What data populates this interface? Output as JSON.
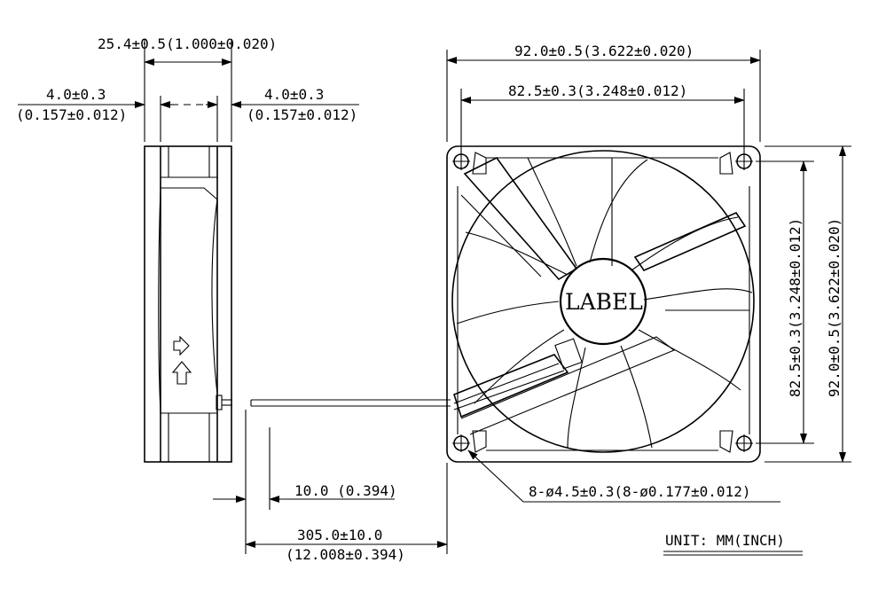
{
  "side_view": {
    "depth_dim": "25.4±0.5(1.000±0.020)",
    "flange_left_mm": "4.0±0.3",
    "flange_left_in": "(0.157±0.012)",
    "flange_right_mm": "4.0±0.3",
    "flange_right_in": "(0.157±0.012)"
  },
  "front_view": {
    "outer_width": "92.0±0.5(3.622±0.020)",
    "hole_pitch_width": "82.5±0.3(3.248±0.012)",
    "hole_pitch_height": "82.5±0.3(3.248±0.012)",
    "outer_height": "92.0±0.5(3.622±0.020)",
    "label": "LABEL",
    "holes": "8-ø4.5±0.3(8-ø0.177±0.012)"
  },
  "lead_wire": {
    "strip": "10.0 (0.394)",
    "length_mm": "305.0±10.0",
    "length_in": "(12.008±0.394)"
  },
  "unit": "UNIT: MM(INCH)"
}
